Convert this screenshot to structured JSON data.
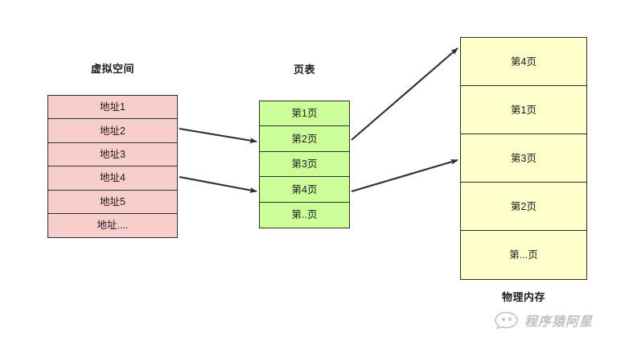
{
  "diagram": {
    "type": "memory-paging-diagram",
    "background": "#ffffff",
    "columns": {
      "virtual_space": {
        "title": "虚拟空间",
        "fill_color": "#f8cecc",
        "stroke_color": "#2f2f2f",
        "cells": [
          {
            "label": "地址1"
          },
          {
            "label": "地址2"
          },
          {
            "label": "地址3"
          },
          {
            "label": "地址4"
          },
          {
            "label": "地址5"
          },
          {
            "label": "地址...."
          }
        ]
      },
      "page_table": {
        "title": "页表",
        "fill_color": "#ccff99",
        "stroke_color": "#2f2f2f",
        "cells": [
          {
            "label": "第1页"
          },
          {
            "label": "第2页"
          },
          {
            "label": "第3页"
          },
          {
            "label": "第4页"
          },
          {
            "label": "第..页"
          }
        ]
      },
      "physical_memory": {
        "title": "物理内存",
        "fill_color": "#ffffcc",
        "stroke_color": "#2f2f2f",
        "cells": [
          {
            "label": "第4页"
          },
          {
            "label": "第1页"
          },
          {
            "label": "第3页"
          },
          {
            "label": "第2页"
          },
          {
            "label": "第...页"
          }
        ]
      }
    },
    "arrows": [
      {
        "id": "addr2-to-page2",
        "from": "virtual_space.地址2",
        "to": "page_table.第2页",
        "color": "#2f2f2f"
      },
      {
        "id": "addr4-to-page4",
        "from": "virtual_space.地址4",
        "to": "page_table.第4页",
        "color": "#2f2f2f"
      },
      {
        "id": "page2-to-frame1",
        "from": "page_table.第2页",
        "to": "physical_memory.第4页",
        "color": "#2f2f2f"
      },
      {
        "id": "page4-to-frame3",
        "from": "page_table.第4页",
        "to": "physical_memory.第3页",
        "color": "#2f2f2f"
      }
    ]
  },
  "watermark": {
    "text": "程序猿阿星",
    "icon": "speech-bubble-icon",
    "color": "#8d8d8d"
  }
}
